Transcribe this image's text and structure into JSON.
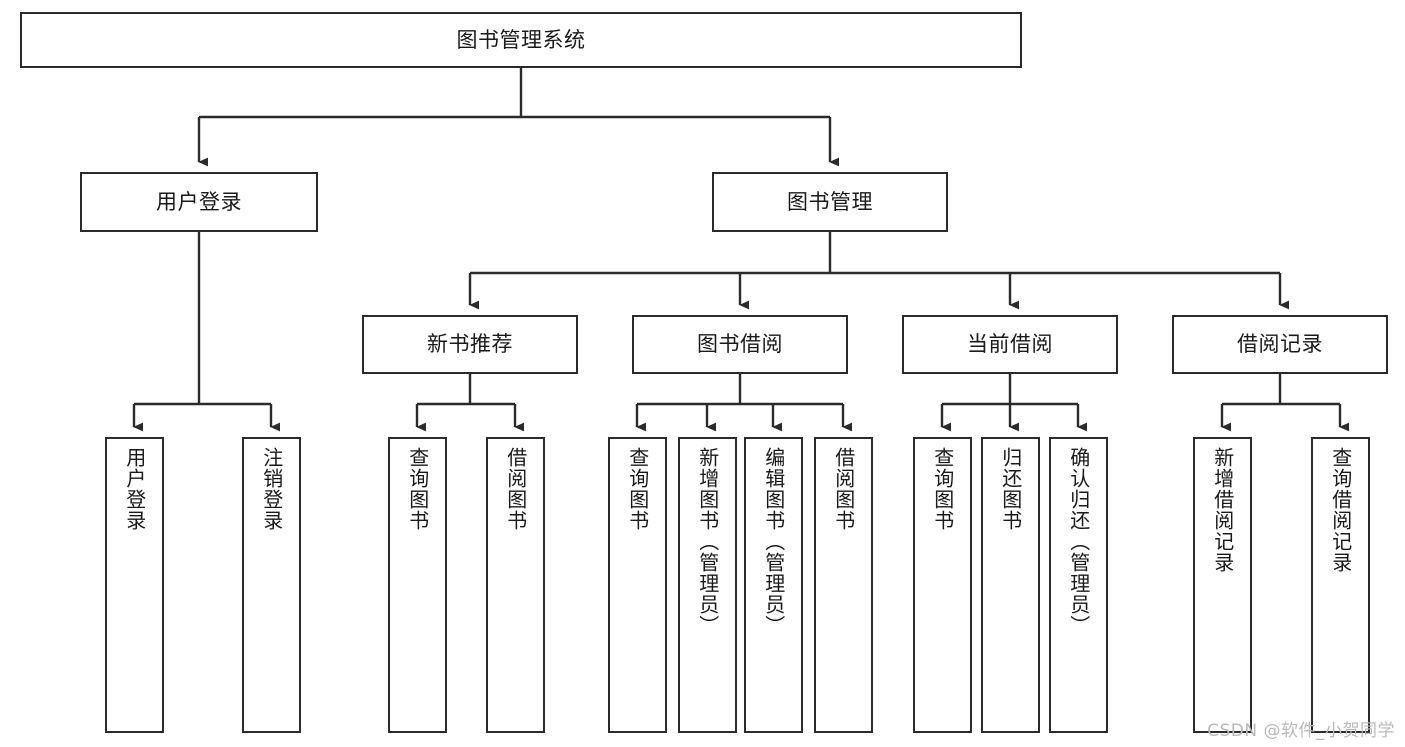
{
  "diagram": {
    "type": "tree-hierarchy",
    "title": "图书管理系统",
    "orientation": "top-down",
    "colors": {
      "box_border": "#2b2b2b",
      "box_fill": "#ffffff",
      "connector": "#2b2b2b",
      "text": "#1a1a1a",
      "watermark": "#b9b9b9",
      "background": "#ffffff"
    },
    "root": {
      "label": "图书管理系统"
    },
    "level2": [
      {
        "label": "用户登录"
      },
      {
        "label": "图书管理"
      }
    ],
    "level3": [
      {
        "label": "新书推荐"
      },
      {
        "label": "图书借阅"
      },
      {
        "label": "当前借阅"
      },
      {
        "label": "借阅记录"
      }
    ],
    "leaves": {
      "user_login": [
        {
          "label": "用户登录"
        },
        {
          "label": "注销登录"
        }
      ],
      "new_book_recommend": [
        {
          "label": "查询图书"
        },
        {
          "label": "借阅图书"
        }
      ],
      "book_borrow": [
        {
          "label": "查询图书"
        },
        {
          "label": "新增图书（管理员）"
        },
        {
          "label": "编辑图书（管理员）"
        },
        {
          "label": "借阅图书"
        }
      ],
      "current_borrow": [
        {
          "label": "查询图书"
        },
        {
          "label": "归还图书"
        },
        {
          "label": "确认归还（管理员）"
        }
      ],
      "borrow_record": [
        {
          "label": "新增借阅记录"
        },
        {
          "label": "查询借阅记录"
        }
      ]
    }
  },
  "watermark": {
    "text": "CSDN @软件_小贺同学"
  }
}
